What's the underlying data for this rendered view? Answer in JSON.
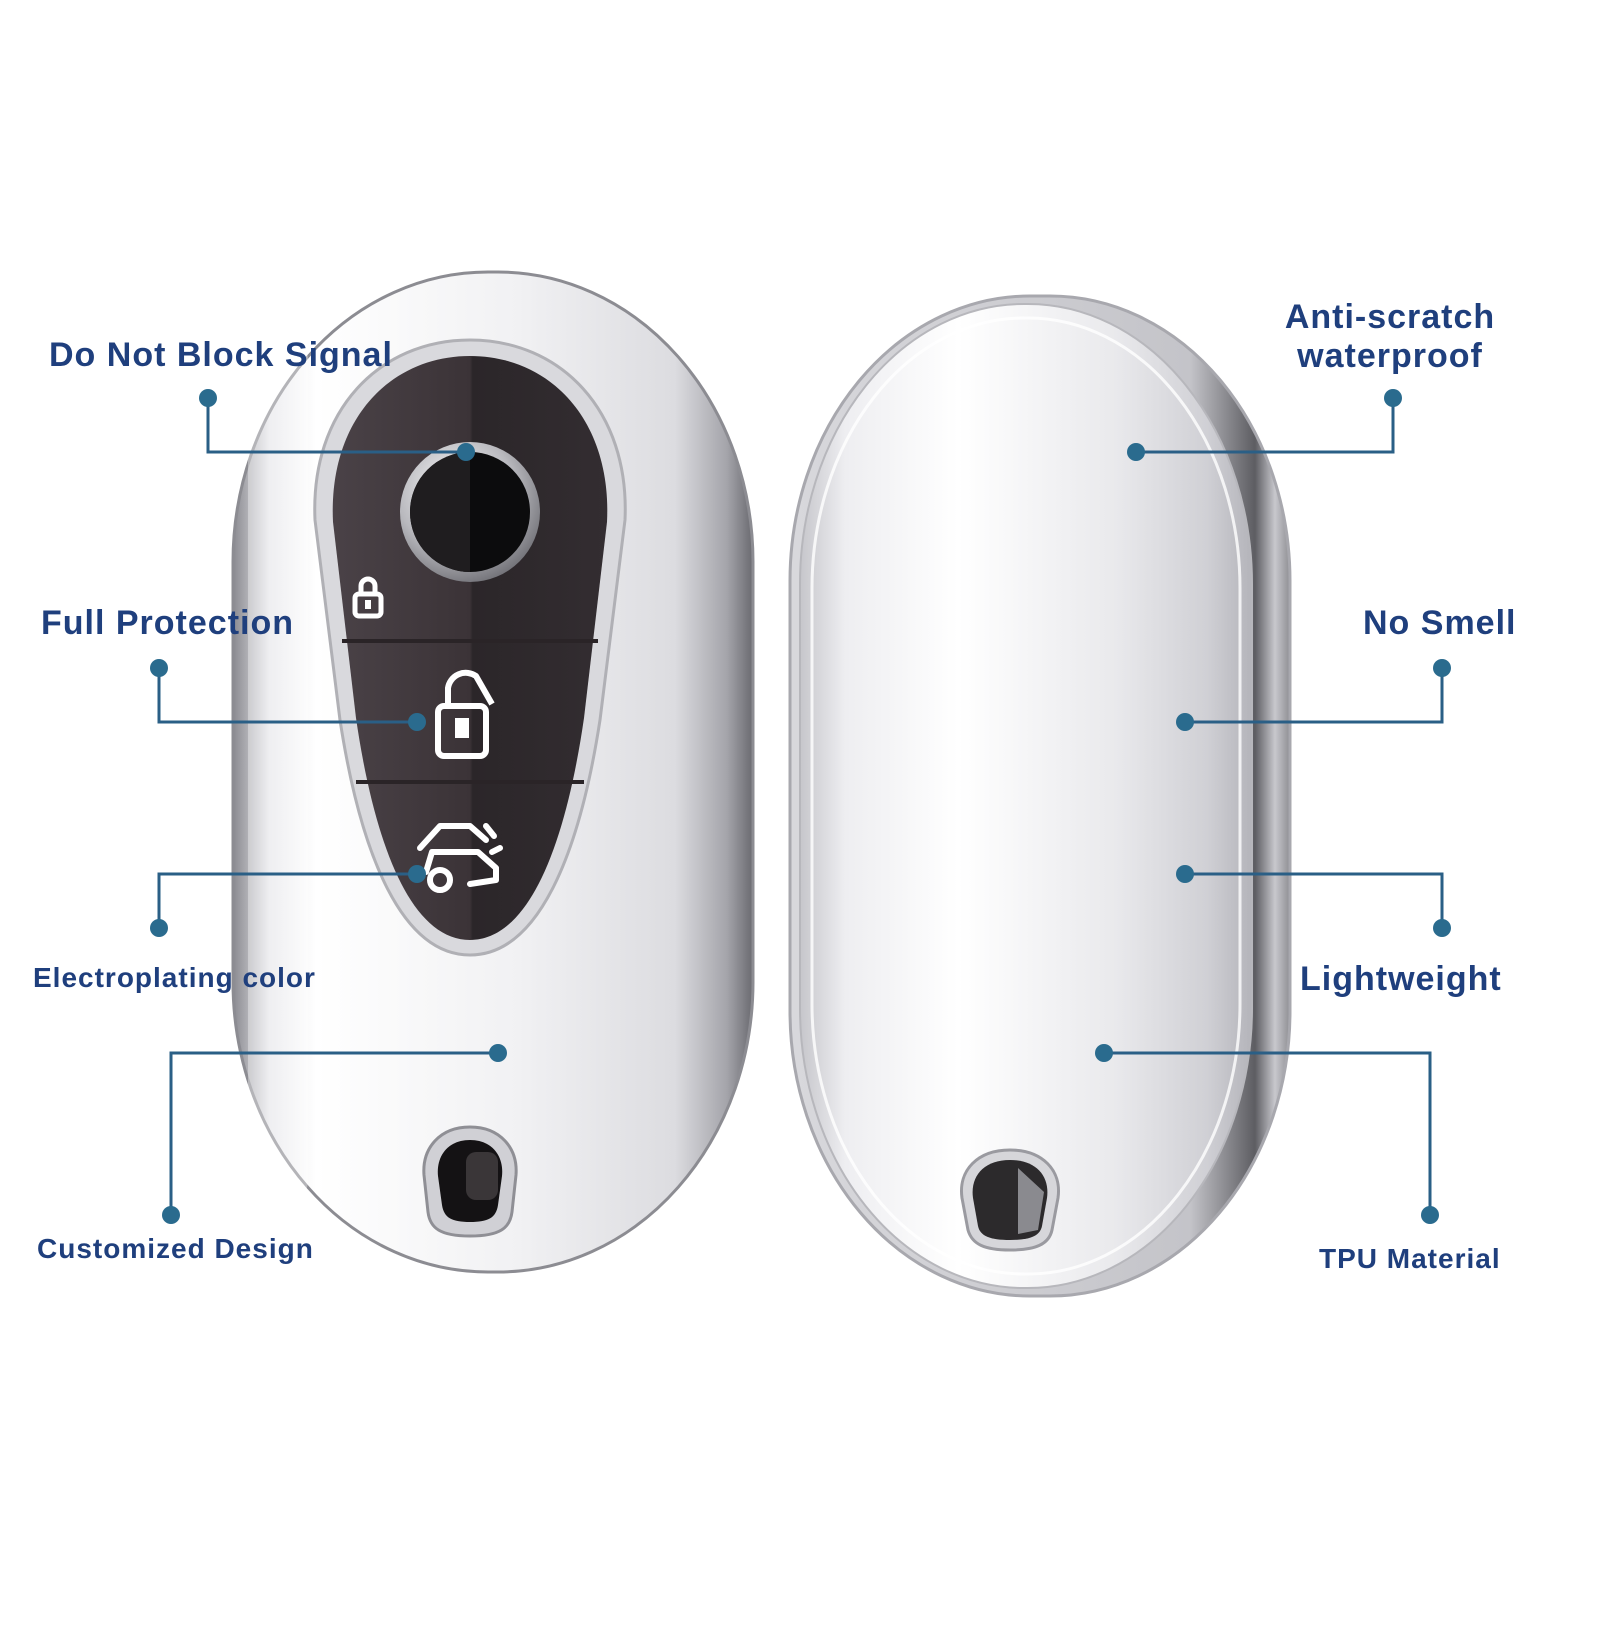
{
  "colors": {
    "label_text": "#1f3f7d",
    "callout_line": "#2a5f86",
    "callout_dot": "#2a6b8e",
    "chrome_light": "#f4f4f6",
    "chrome_dark": "#7a7a80",
    "button_panel": "#3b3337"
  },
  "callouts_left": [
    {
      "label": "Do Not Block Signal"
    },
    {
      "label": "Full Protection"
    },
    {
      "label": "Electroplating color"
    },
    {
      "label": "Customized Design"
    }
  ],
  "callouts_right": [
    {
      "label_line1": "Anti-scratch",
      "label_line2": "waterproof"
    },
    {
      "label": "No Smell"
    },
    {
      "label": "Lightweight"
    },
    {
      "label": "TPU Material"
    }
  ],
  "product": {
    "front_icons": [
      "lock-icon",
      "unlock-icon",
      "trunk-icon"
    ],
    "back_view": "key-case-back"
  }
}
